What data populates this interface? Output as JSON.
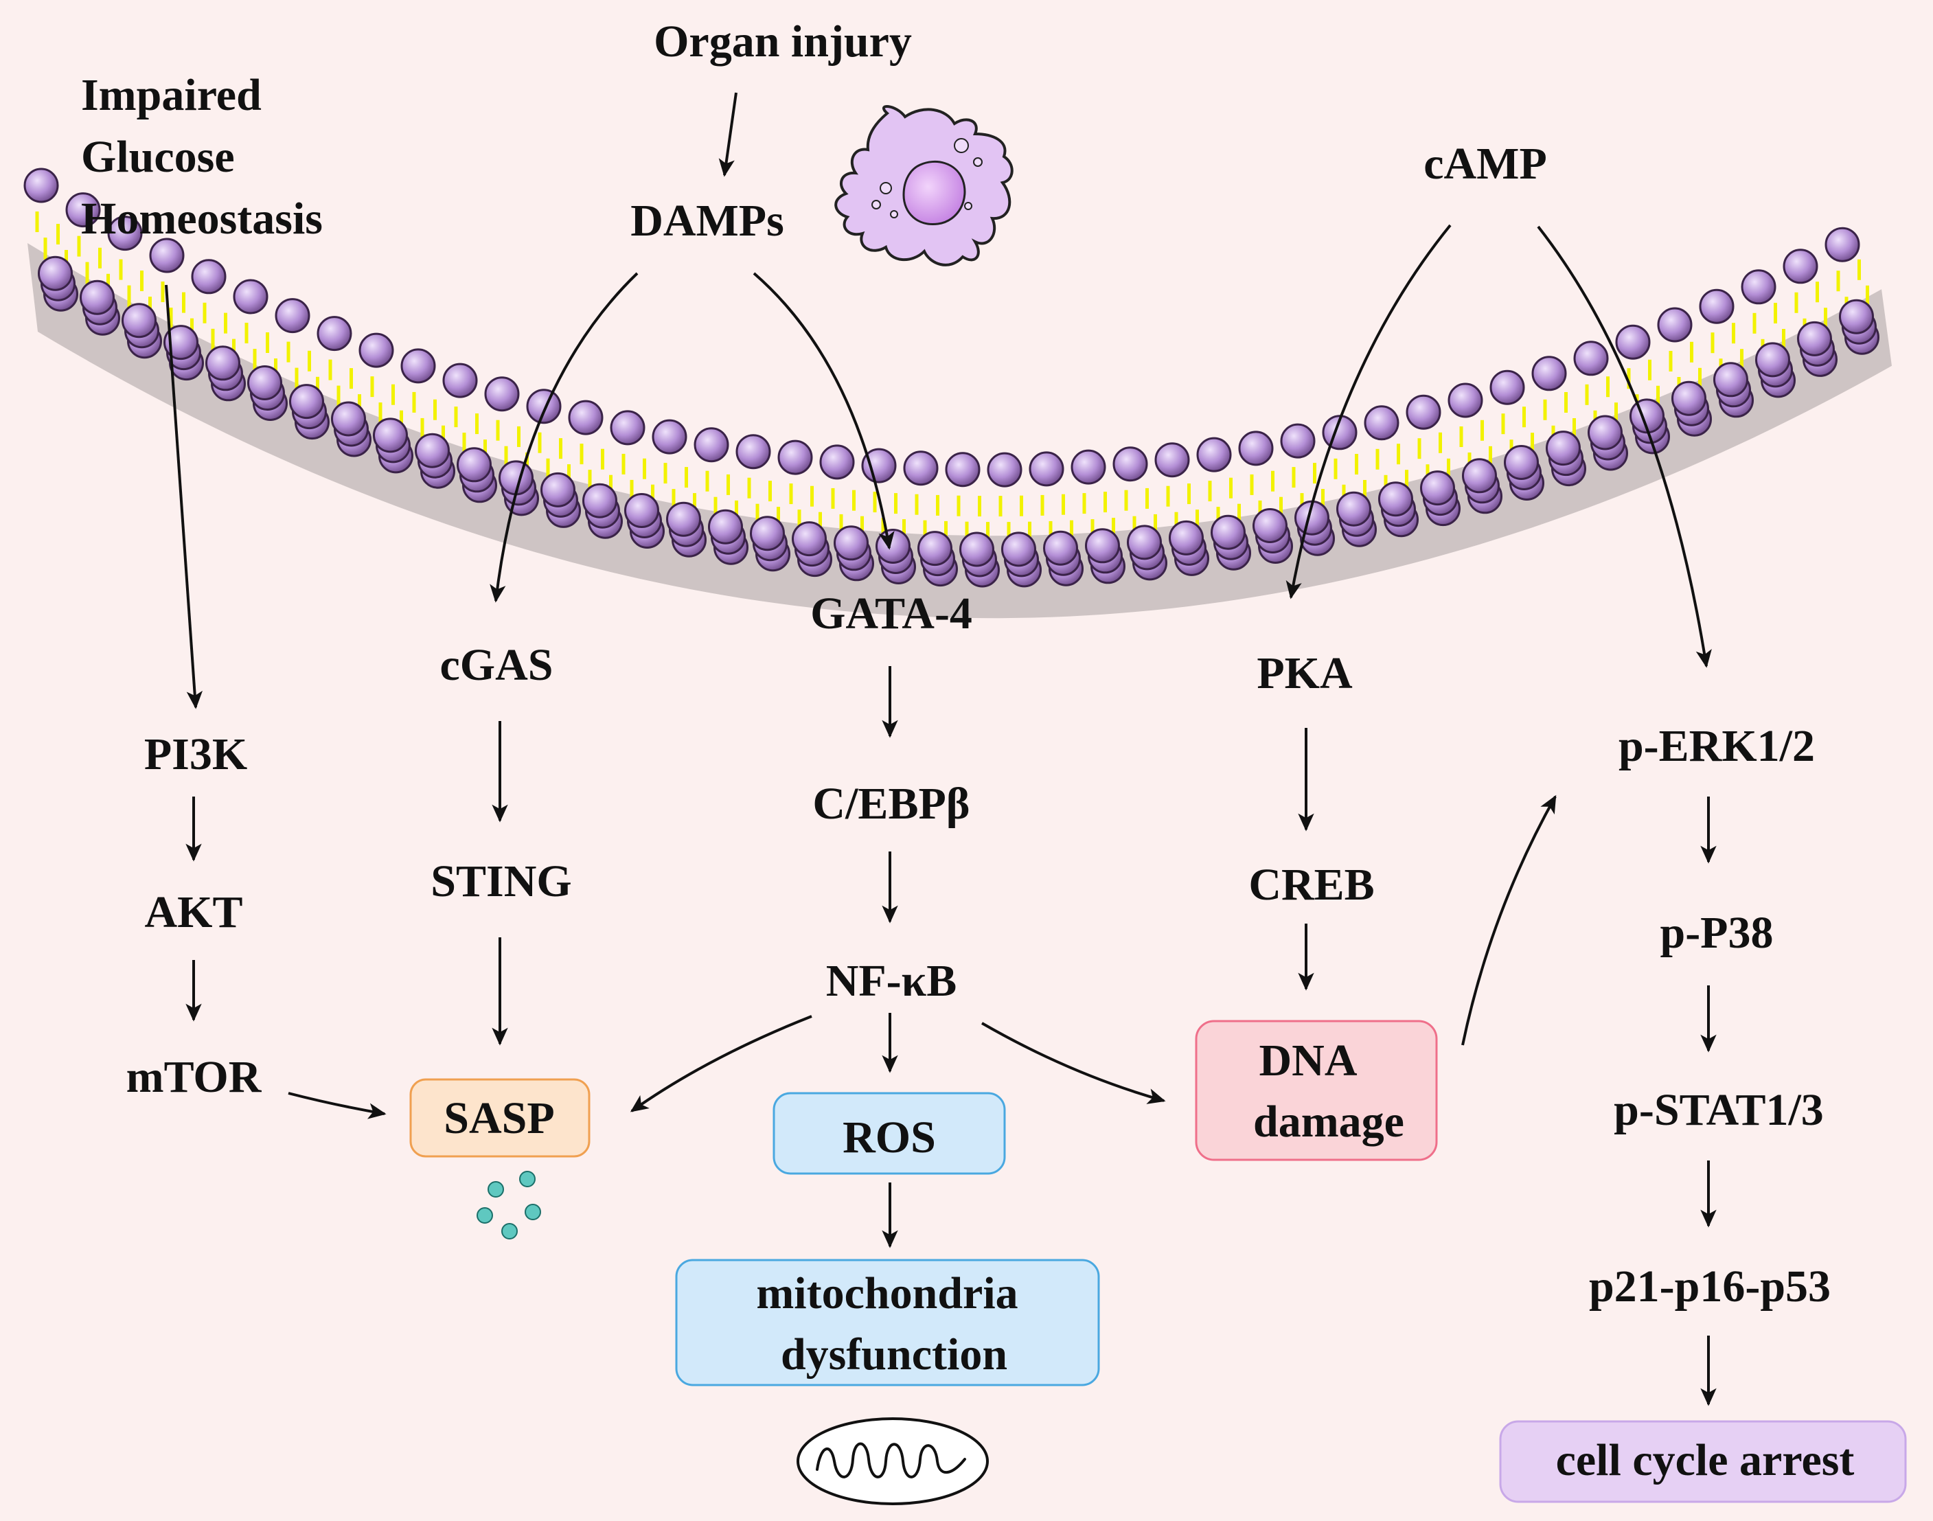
{
  "colors": {
    "background": "#fcf0ef",
    "membrane_head": "#b48fd6",
    "membrane_head_dark": "#4a2a5e",
    "lipid_tail": "#f2f200",
    "sasp_fill": "#fde4cc",
    "sasp_stroke": "#f0a050",
    "ros_fill": "#d2e9fa",
    "ros_stroke": "#4aa8e0",
    "dna_fill": "#fad4d8",
    "dna_stroke": "#ef6f8a",
    "arrest_fill": "#e6d0f4",
    "arrest_stroke": "#c8a8e8",
    "vesicle": "#5fc8c0",
    "cell_fill": "#e2c4f3",
    "cell_nucleus": "#c87fe6"
  },
  "icons": {
    "cell": "macrophage-cell-icon",
    "vesicles": "cytokine-vesicles-icon",
    "mitochondrion": "mitochondrion-icon"
  },
  "nodes": {
    "organ_injury": "Organ injury",
    "impaired_1": "Impaired",
    "impaired_2": "Glucose",
    "impaired_3": "Homeostasis",
    "damps": "DAMPs",
    "camp": "cAMP",
    "pi3k": "PI3K",
    "akt": "AKT",
    "mtor": "mTOR",
    "cgas": "cGAS",
    "sting": "STING",
    "sasp": "SASP",
    "gata4": "GATA-4",
    "cebpb": "C/EBPβ",
    "nfkb": "NF-κB",
    "ros": "ROS",
    "mito_1": "mitochondria",
    "mito_2": "dysfunction",
    "pka": "PKA",
    "creb": "CREB",
    "dna_1": "DNA",
    "dna_2": "damage",
    "perk": "p-ERK1/2",
    "pp38": "p-P38",
    "pstat": "p-STAT1/3",
    "p21": "p21-p16-p53",
    "arrest": "cell cycle arrest"
  }
}
